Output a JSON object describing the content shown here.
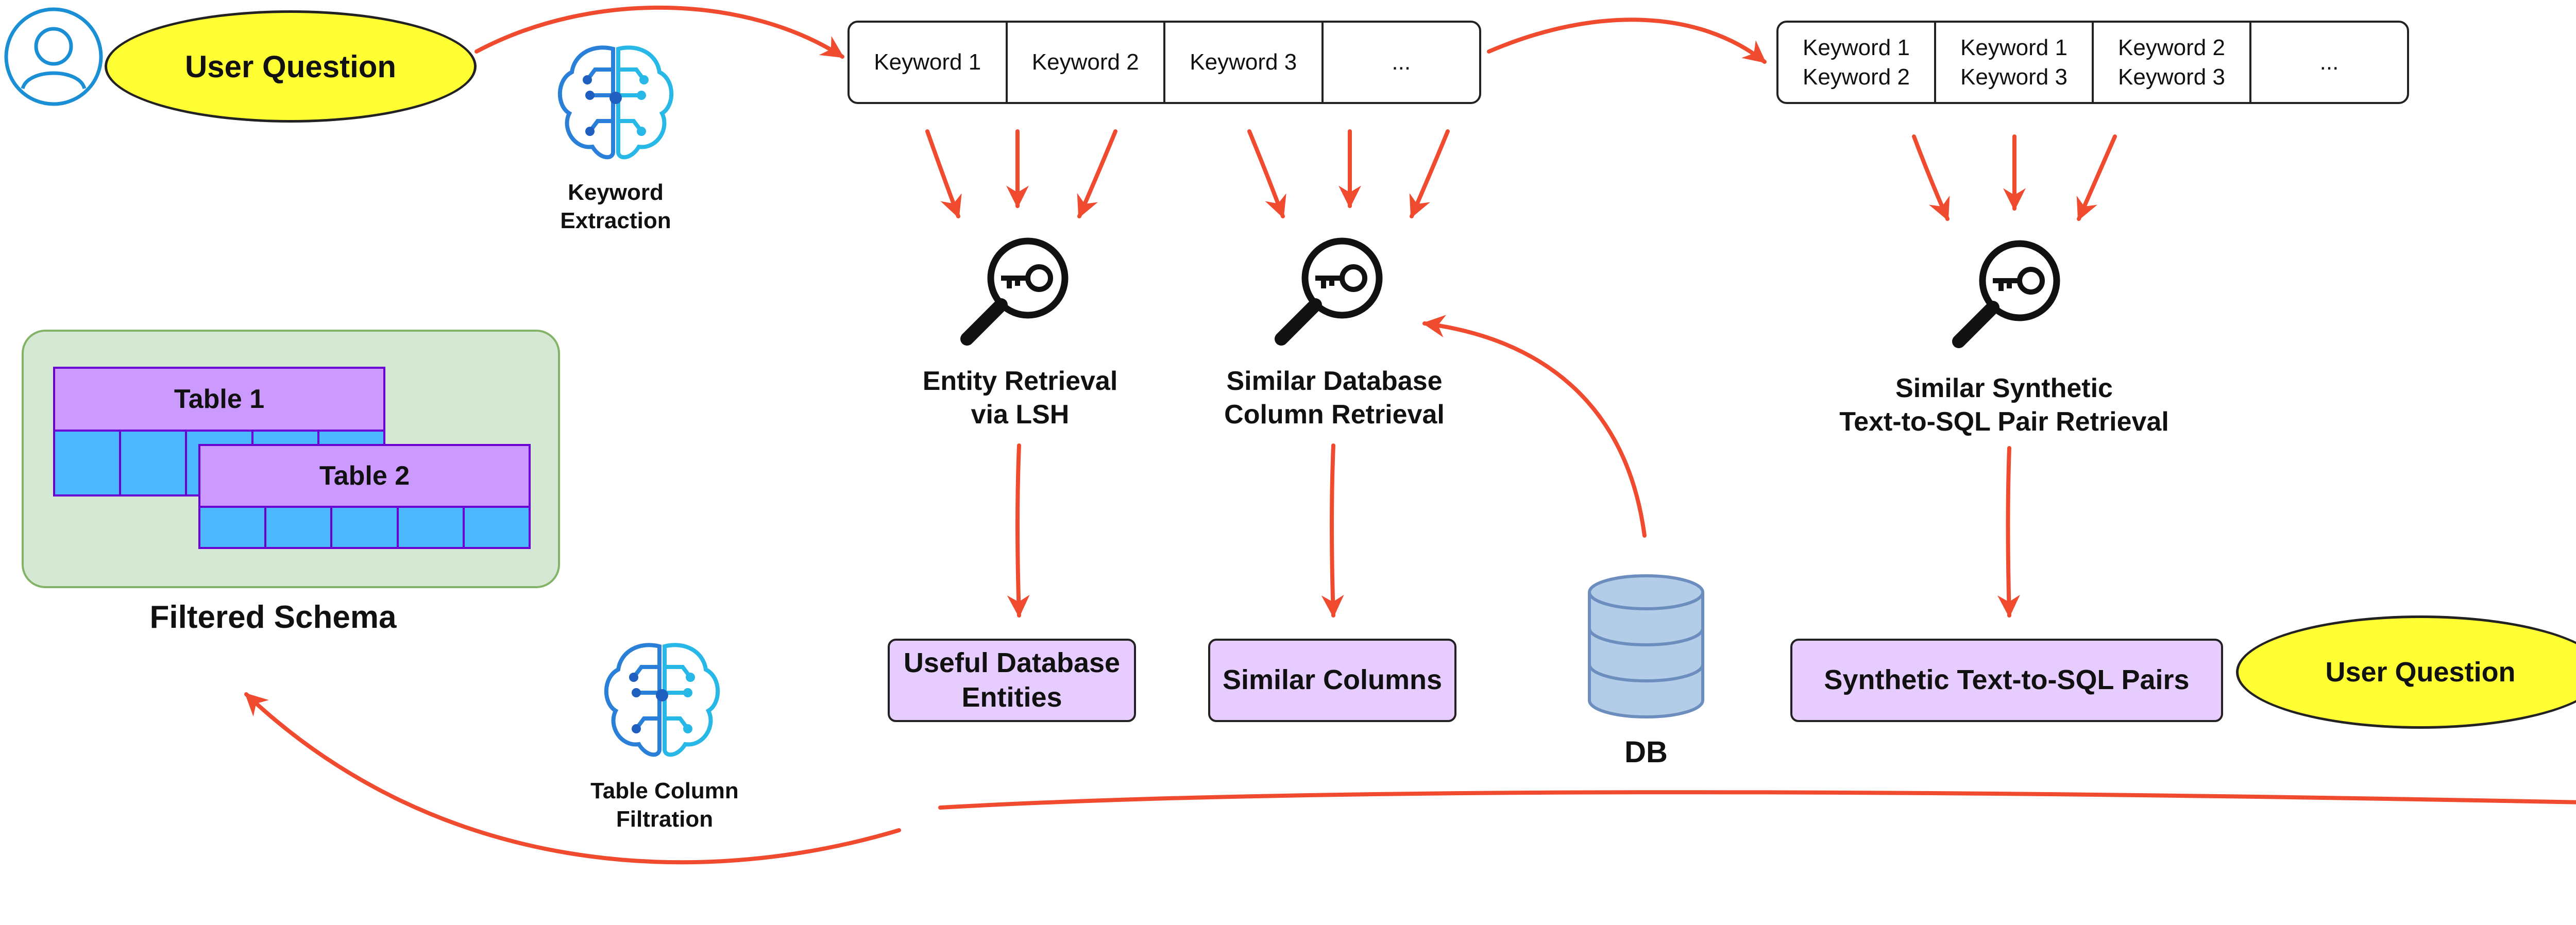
{
  "user_question_left": "User Question",
  "user_question_right": "User Question",
  "keyword_extraction_label": [
    "Keyword",
    "Extraction"
  ],
  "keywords": [
    "Keyword 1",
    "Keyword 2",
    "Keyword 3",
    "..."
  ],
  "keyword_combos": [
    [
      "Keyword 1",
      "Keyword 2"
    ],
    [
      "Keyword 1",
      "Keyword 3"
    ],
    [
      "Keyword 2",
      "Keyword 3"
    ],
    [
      "..."
    ]
  ],
  "retrieval_steps": {
    "entity": [
      "Entity Retrieval",
      "via LSH"
    ],
    "column": [
      "Similar Database",
      "Column Retrieval"
    ],
    "pair": [
      "Similar Synthetic",
      "Text-to-SQL Pair Retrieval"
    ]
  },
  "outputs": {
    "entities": [
      "Useful Database",
      "Entities"
    ],
    "columns": "Similar Columns",
    "pairs": "Synthetic Text-to-SQL Pairs"
  },
  "db_label": "DB",
  "filtration_label": [
    "Table Column",
    "Filtration"
  ],
  "filtered_schema": {
    "title": "Filtered Schema",
    "tables": [
      "Table 1",
      "Table 2"
    ]
  },
  "colors": {
    "arrow": "#f04a2f",
    "ellipse": "#ffff33",
    "purple_box": "#e6ccff",
    "table_header": "#cc99ff",
    "table_cell": "#4db8ff",
    "panel": "#d5e8d4",
    "db": "#b3cde8"
  }
}
